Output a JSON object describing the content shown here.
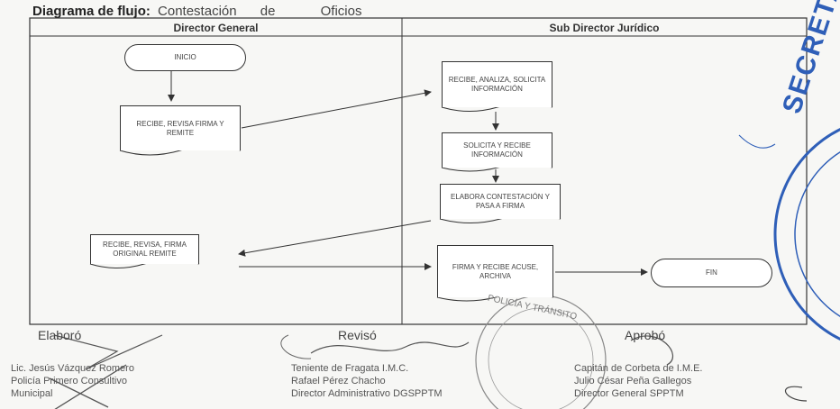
{
  "title": {
    "label": "Diagrama de flujo:",
    "part1": "Contestación",
    "part2": "de",
    "part3": "Oficios"
  },
  "lanes": {
    "left": "Director General",
    "right": "Sub Director Jurídico"
  },
  "steps": {
    "inicio": "INICIO",
    "recibe_revisa": "RECIBE, REVISA FIRMA Y REMITE",
    "recibe_analiza": "RECIBE, ANALIZA, SOLICITA INFORMACIÓN",
    "solicita_recibe": "SOLICITA Y RECIBE INFORMACIÓN",
    "elabora": "ELABORA CONTESTACIÓN Y PASA A FIRMA",
    "recibe_revisa_firma": "RECIBE, REVISA, FIRMA ORIGINAL REMITE",
    "firma_recibe": "FIRMA Y RECIBE ACUSE, ARCHIVA",
    "fin": "FIN"
  },
  "signatures": {
    "elaboro": {
      "heading": "Elaboró",
      "line1": "Lic. Jesús Vázquez Romero",
      "line2": "Policía Primero Consultivo",
      "line3": "Municipal"
    },
    "reviso": {
      "heading": "Revisó",
      "line1": "Teniente de Fragata I.M.C.",
      "line2": "Rafael Pérez Chacho",
      "line3": "Director Administrativo DGSPPTM"
    },
    "aprobo": {
      "heading": "Aprobó",
      "line1": "Capitán de Corbeta de I.M.E.",
      "line2": "Julio César Peña Gallegos",
      "line3": "Director General SPPTM"
    }
  },
  "stamps": {
    "seal_text": "SECRETARÍA",
    "circle_text": "POLICÍA Y TRÁNSITO"
  },
  "colors": {
    "ink": "#333333",
    "stamp_blue": "#2f5fb8",
    "paper": "#f7f7f5"
  }
}
